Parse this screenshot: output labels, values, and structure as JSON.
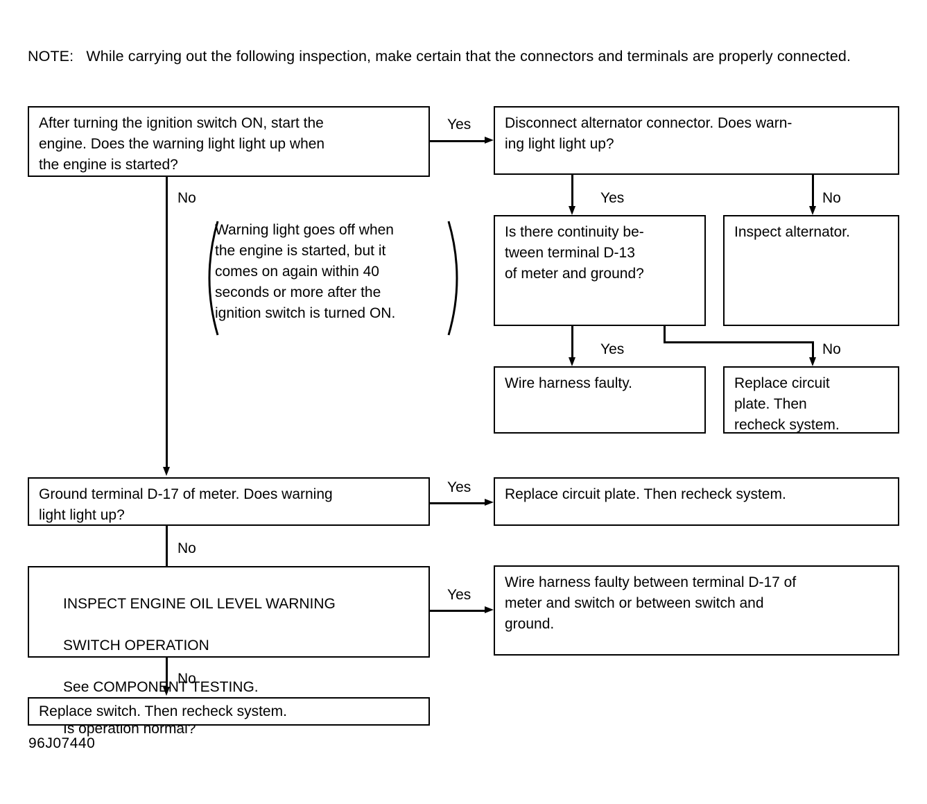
{
  "figure": {
    "id": "96J07440",
    "note": "NOTE:   While carrying out the following inspection, make certain that the connectors and terminals are properly connected."
  },
  "parenthetical_note": {
    "text": "Warning light goes off when\nthe engine is started, but it\ncomes on again within 40\nseconds or more after the\nignition switch is turned ON."
  },
  "boxes": {
    "start": {
      "text": "After turning the ignition switch ON, start the\nengine. Does the warning light light up when\nthe engine is started?"
    },
    "disconnect_alternator": {
      "text": "Disconnect alternator connector. Does warn-\ning light light up?"
    },
    "continuity_d13": {
      "text": "Is there continuity be-\ntween terminal D-13\nof meter and ground?"
    },
    "inspect_alternator": {
      "text": "Inspect alternator."
    },
    "wire_harness_faulty": {
      "text": "Wire harness faulty."
    },
    "replace_circuit_plate_small": {
      "text": "Replace circuit\nplate. Then\nrecheck system."
    },
    "ground_d17": {
      "text": "Ground terminal D-17 of meter. Does warning\nlight light up?"
    },
    "replace_circuit_plate_wide": {
      "text": "Replace circuit plate. Then recheck system."
    },
    "inspect_switch_operation": {
      "line1": "INSPECT ENGINE OIL LEVEL WARNING",
      "line2": "SWITCH OPERATION",
      "line3": "See COMPONENT TESTING.",
      "line4": "Is operation normal?"
    },
    "wire_harness_d17": {
      "text": "Wire harness faulty between terminal D-17 of\nmeter and switch or between switch and\nground."
    },
    "replace_switch": {
      "text": "Replace switch. Then recheck system."
    }
  },
  "labels": {
    "yes_start": "Yes",
    "no_start": "No",
    "yes_disconnect": "Yes",
    "no_disconnect": "No",
    "yes_continuity": "Yes",
    "no_continuity": "No",
    "yes_ground": "Yes",
    "no_ground": "No",
    "yes_switch": "Yes",
    "no_switch": "No"
  }
}
